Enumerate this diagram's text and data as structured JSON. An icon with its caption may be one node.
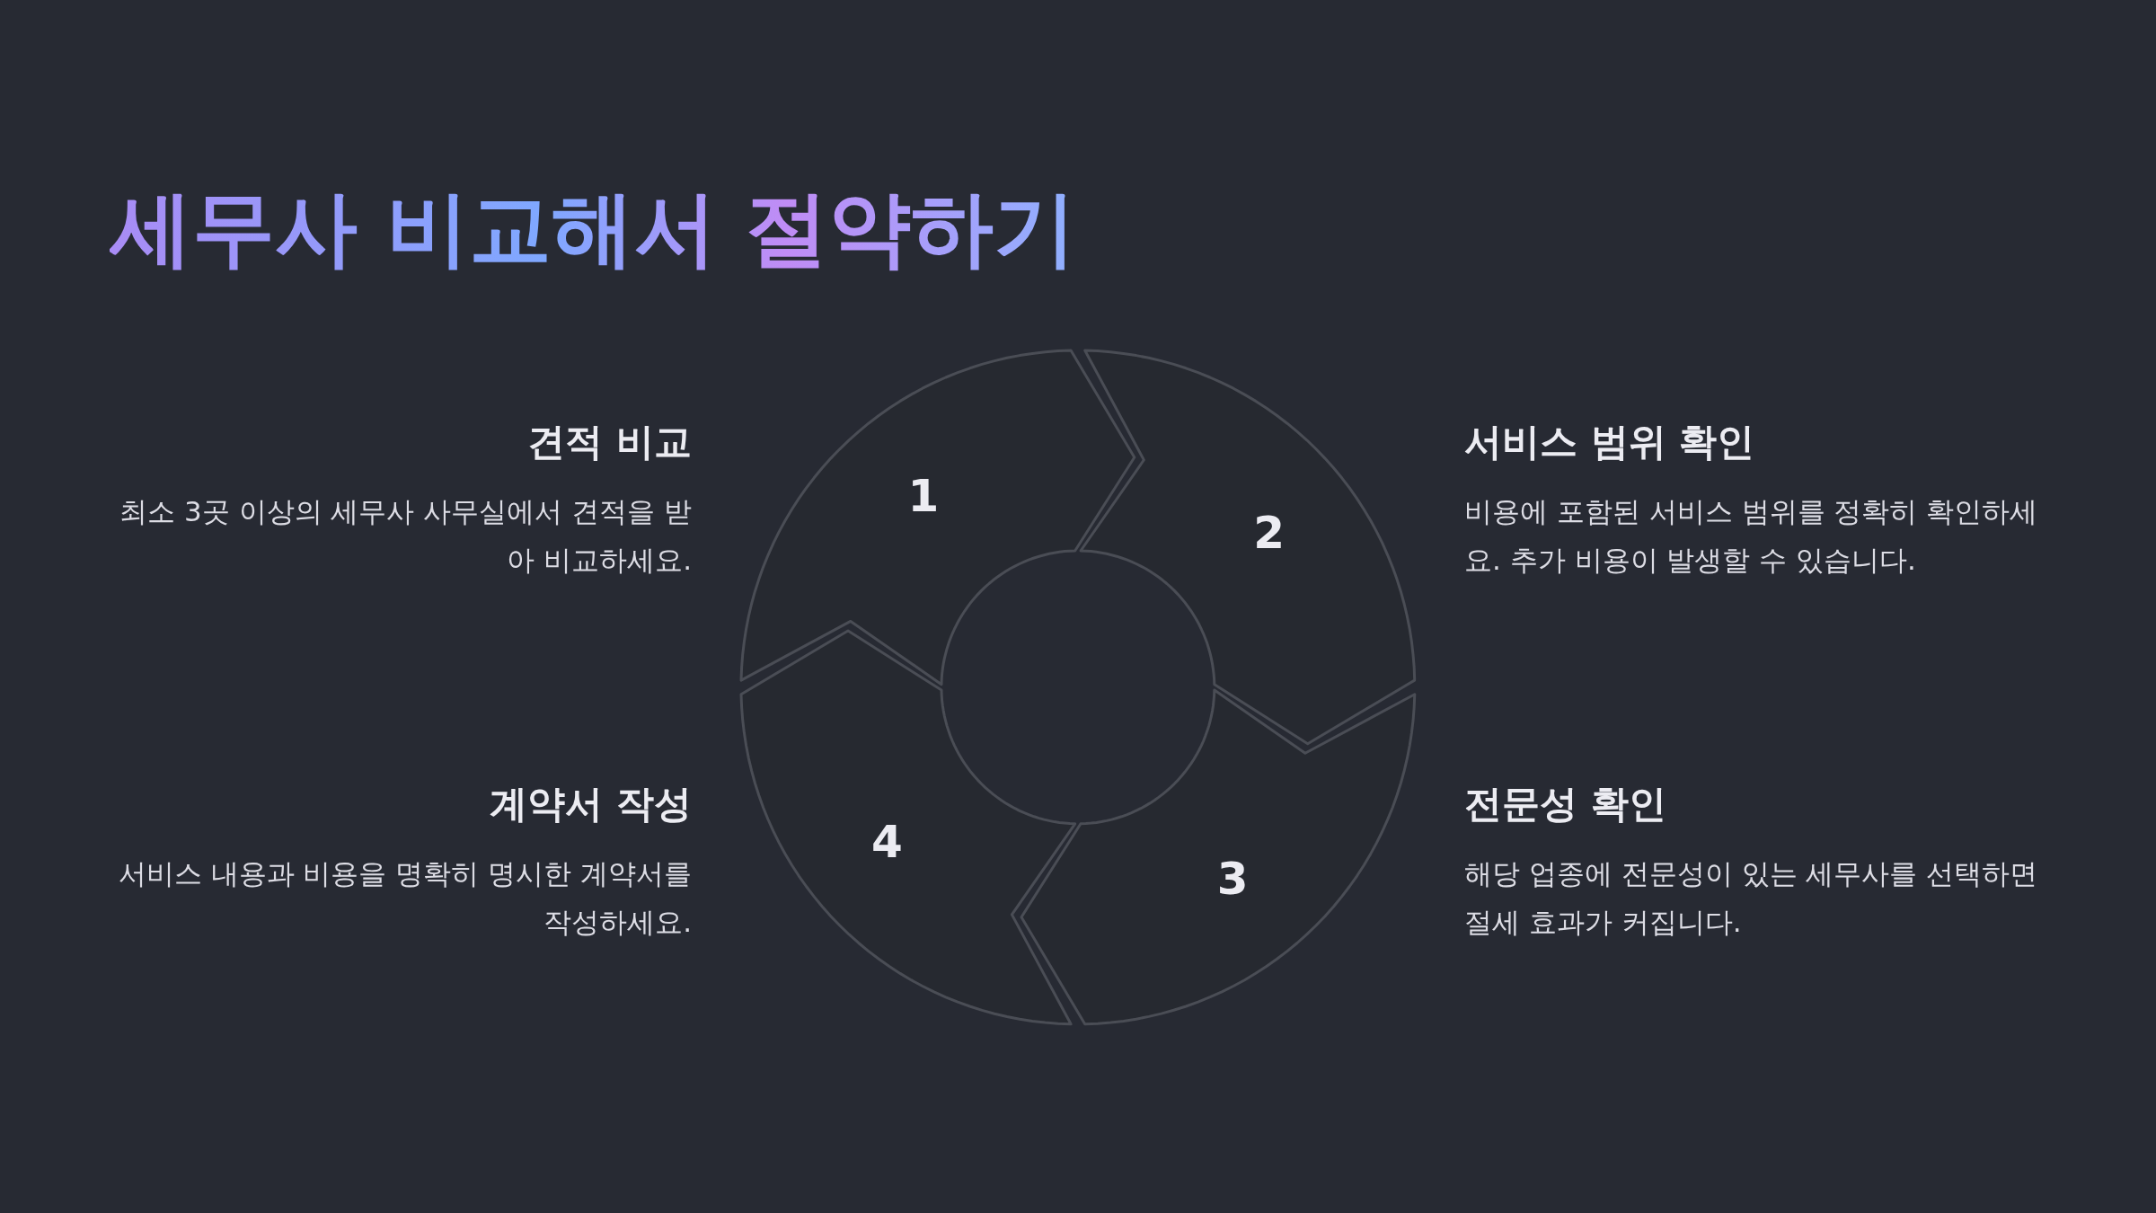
{
  "diagram": {
    "title": "세무사 비교해서 절약하기",
    "nodes": [
      {
        "text": [
          "견적 비교",
          "최소 3곳 이상의 세무사 사무실에서 견적을 받아 비교하세요."
        ]
      },
      {
        "text": [
          "1"
        ]
      },
      {
        "text": [
          "2"
        ]
      },
      {
        "text": [
          "서비스 범위 확인",
          "비용에 포함된 서비스 범위를 정확히 확인하세요. 추가 비용이 발생할 수 있습니다."
        ]
      },
      {
        "text": [
          "계약서 작성",
          "서비스 내용과 비용을 명확히 명시한 계약서를 작성하세요."
        ]
      },
      {
        "text": [
          "4"
        ]
      },
      {
        "text": [
          "3"
        ]
      },
      {
        "text": [
          "전문성 확인",
          "해당 업종에 전문성이 있는 세무사를 선택하면 절세 효과가 커집니다."
        ]
      }
    ]
  }
}
